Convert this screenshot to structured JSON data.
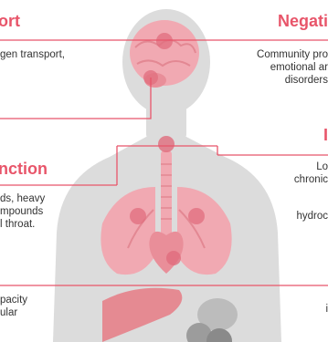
{
  "colors": {
    "accent": "#e8556a",
    "text": "#333333",
    "silhouette": "#dcdcdc",
    "organ_fill": "#f1a9b2",
    "organ_dark": "#e06d7d",
    "liver": "#e58a92"
  },
  "left_panel": {
    "heading_1": "ort",
    "heading_1_lines": [
      "gen  transport,"
    ],
    "heading_2": "nction",
    "heading_2_lines": [
      "ds, heavy",
      "mpounds",
      "l throat."
    ],
    "bottom_lines": [
      "pacity",
      "ular"
    ]
  },
  "right_panel": {
    "heading_1": "Negati",
    "heading_1_lines": [
      "Community pro",
      "emotional ar",
      "disorders"
    ],
    "heading_2": "I",
    "heading_2_lines": [
      "Lo",
      "chronic"
    ],
    "mid_line": "hydroc",
    "bottom_line": "i"
  },
  "icons": {
    "figure": "human-silhouette-icon",
    "brain": "brain-icon",
    "lungs": "lungs-icon",
    "heart": "heart-icon",
    "trachea": "trachea-icon",
    "liver": "liver-icon"
  }
}
